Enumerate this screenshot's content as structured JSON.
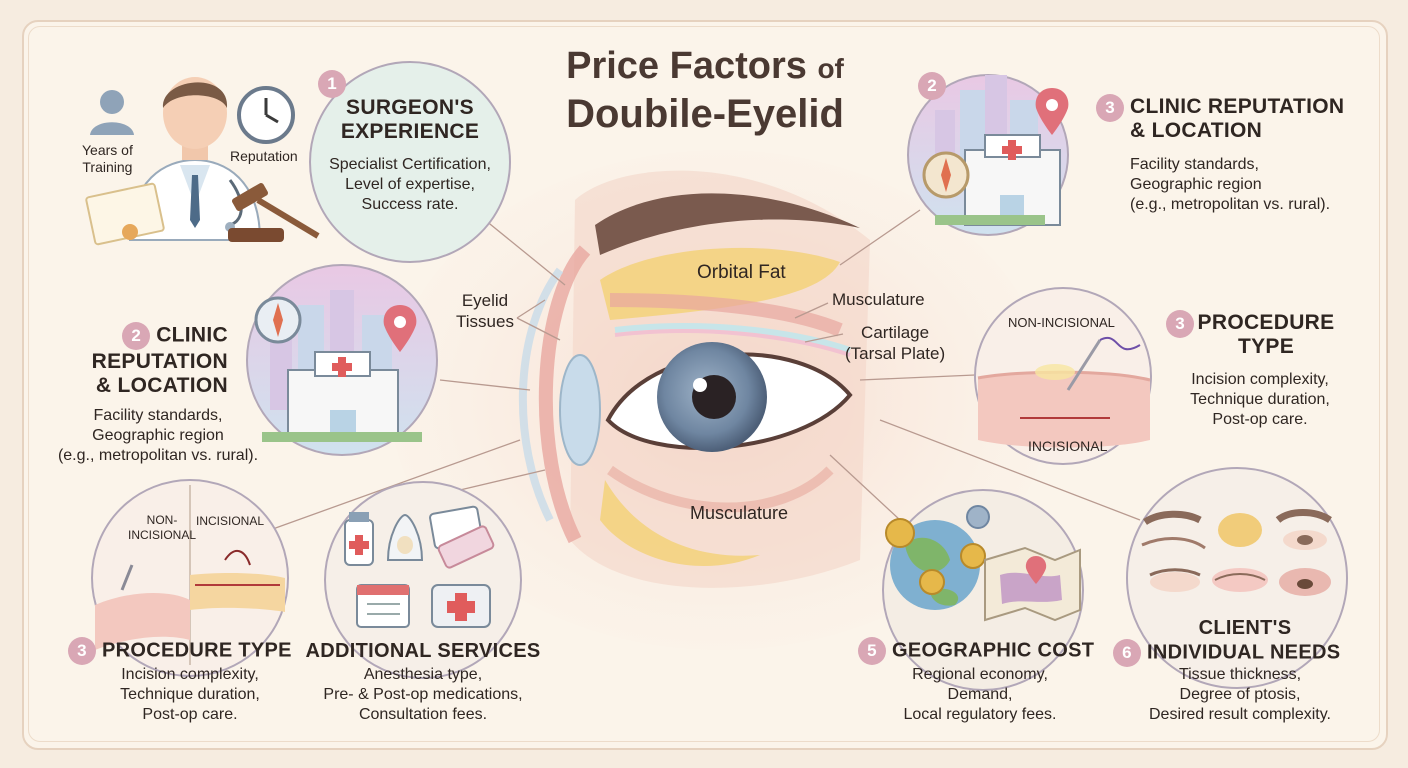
{
  "title": {
    "line1": "Price Factors",
    "of": "of",
    "line2": "Doubile-Eyelid"
  },
  "eye_labels": {
    "eyelid_tissues_1": "Eyelid",
    "eyelid_tissues_2": "Tissues",
    "orbital_fat": "Orbital Fat",
    "musculature_upper": "Musculature",
    "cartilage_1": "Cartilage",
    "cartilage_2": "(Tarsal Plate)",
    "musculature_lower": "Musculature"
  },
  "surgeon": {
    "number": "1",
    "heading1": "SURGEON'S",
    "heading2": "EXPERIENCE",
    "body": [
      "Specialist Certification,",
      "Level of expertise,",
      "Success rate."
    ],
    "years1": "Years of",
    "years2": "Training",
    "reputation": "Reputation"
  },
  "clinic_top": {
    "badge": "2",
    "number": "3",
    "heading1": "CLINIC REPUTATION",
    "heading2": "& LOCATION",
    "body": [
      "Facility standards,",
      "Geographic region",
      "(e.g., metropolitan vs. rural)."
    ]
  },
  "clinic_left": {
    "number": "2",
    "heading1": "CLINIC",
    "heading2": "REPUTATION",
    "heading3": "& LOCATION",
    "body": [
      "Facility standards,",
      "Geographic region",
      "(e.g., metropolitan vs. rural)."
    ]
  },
  "procedure_right": {
    "number": "3",
    "heading1": "PROCEDURE",
    "heading2": "TYPE",
    "body": [
      "Incision complexity,",
      "Technique duration,",
      "Post-op care."
    ],
    "non_incisional": "NON-INCISIONAL",
    "incisional": "INCISIONAL"
  },
  "procedure_left": {
    "number": "3",
    "heading": "PROCEDURE TYPE",
    "body": [
      "Incision complexity,",
      "Technique duration,",
      "Post-op care."
    ],
    "non1": "NON-",
    "non2": "INCISIONAL",
    "incisional": "INCISIONAL"
  },
  "additional": {
    "heading": "ADDITIONAL SERVICES",
    "body": [
      "Anesthesia type,",
      "Pre- & Post-op medications,",
      "Consultation fees."
    ]
  },
  "geographic": {
    "number": "5",
    "heading": "GEOGRAPHIC COST",
    "body": [
      "Regional economy,",
      "Demand,",
      "Local regulatory fees."
    ]
  },
  "client": {
    "number": "6",
    "heading1": "CLIENT'S",
    "heading2": "INDIVIDUAL NEEDS",
    "body": [
      "Tissue thickness,",
      "Degree of ptosis,",
      "Desired result complexity."
    ]
  },
  "colors": {
    "accent": "#d9a7b5",
    "background": "#f6ece0",
    "circle_fill": "#e4efe9",
    "text": "#2f2622"
  }
}
